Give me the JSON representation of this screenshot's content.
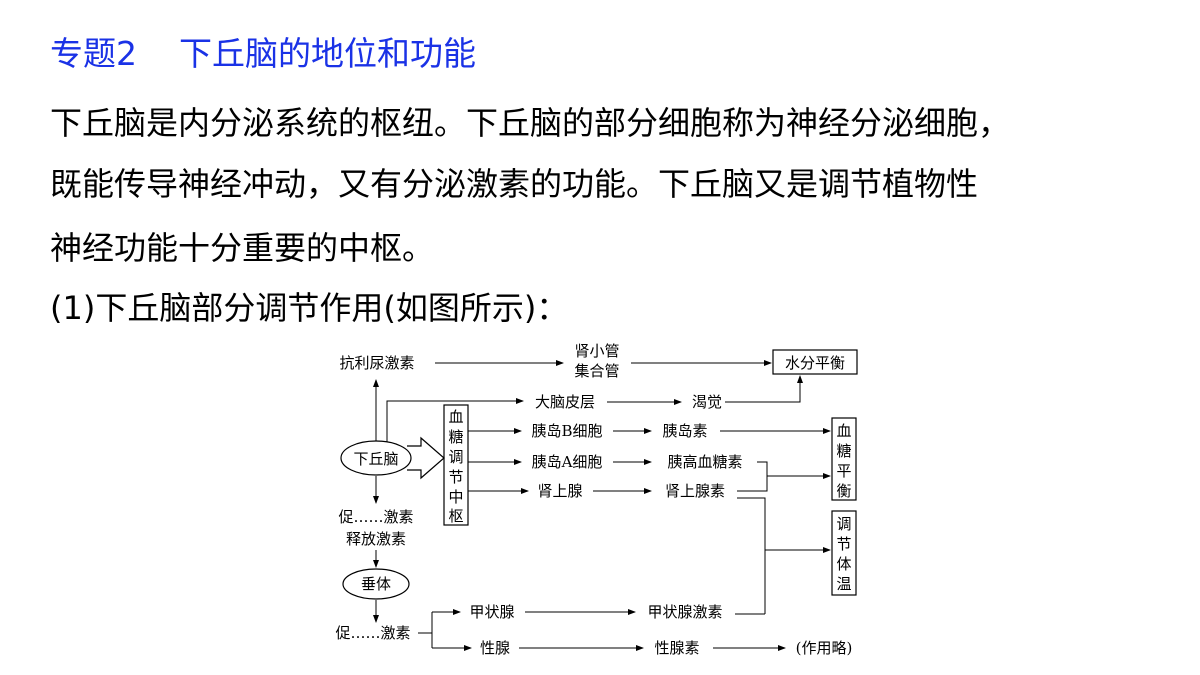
{
  "title": {
    "number": "专题2",
    "text": "下丘脑的地位和功能"
  },
  "paragraph": {
    "line1": "下丘脑是内分泌系统的枢纽。下丘脑的部分细胞称为神经分泌细胞，",
    "line2": "既能传导神经冲动，又有分泌激素的功能。下丘脑又是调节植物性",
    "line3": "神经功能十分重要的中枢。",
    "line4": "(1)下丘脑部分调节作用(如图所示)："
  },
  "diagram": {
    "adh": "抗利尿激素",
    "kidney_line1": "肾小管",
    "kidney_line2": "集合管",
    "water_balance": "水分平衡",
    "cortex": "大脑皮层",
    "thirst": "渴觉",
    "hypothalamus": "下丘脑",
    "glucose_center": [
      "血",
      "糖",
      "调",
      "节",
      "中",
      "枢"
    ],
    "beta_cell": "胰岛B细胞",
    "insulin": "胰岛素",
    "alpha_cell": "胰岛A细胞",
    "glucagon": "胰高血糖素",
    "adrenal": "肾上腺",
    "adrenaline": "肾上腺素",
    "glucose_balance": [
      "血",
      "糖",
      "平",
      "衡"
    ],
    "temperature": [
      "调",
      "节",
      "体",
      "温"
    ],
    "releasing_line1": "促……激素",
    "releasing_line2": "释放激素",
    "pituitary": "垂体",
    "tropic": "促……激素",
    "thyroid": "甲状腺",
    "thyroxine": "甲状腺激素",
    "gonad": "性腺",
    "sex_hormone": "性腺素",
    "omitted": "(作用略)"
  }
}
